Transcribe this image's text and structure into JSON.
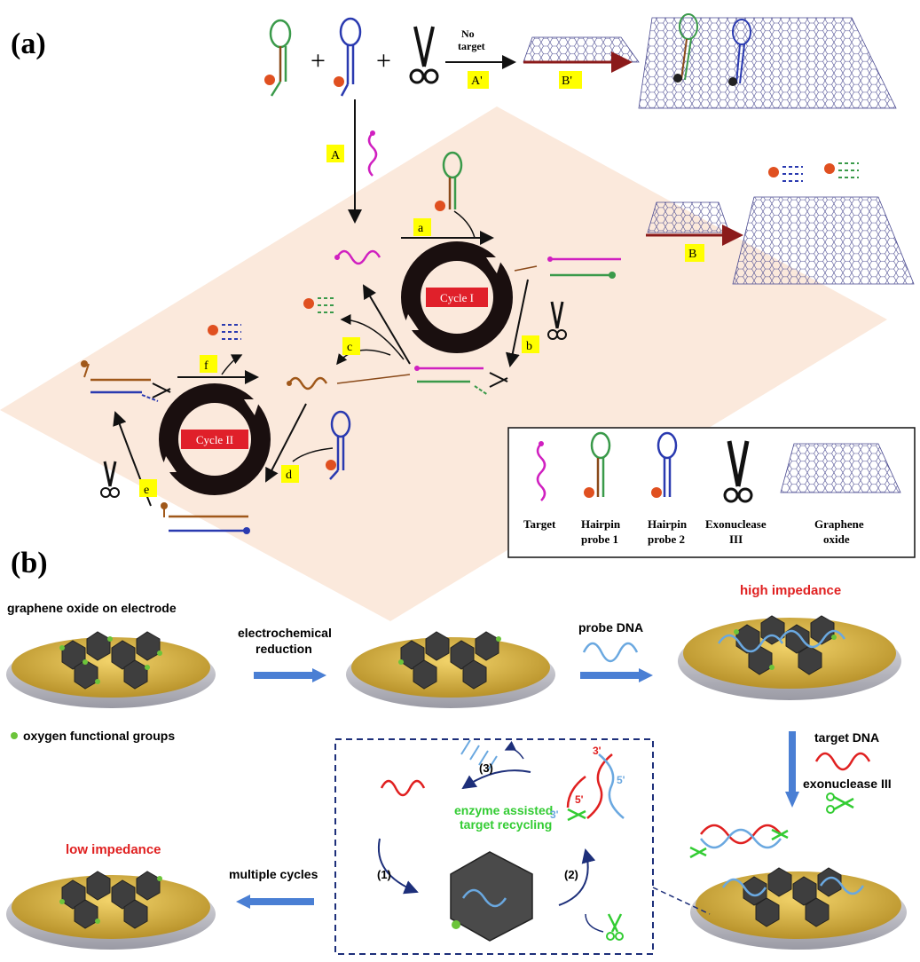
{
  "panel_a": {
    "label": "(a)",
    "plus": "+",
    "no_target_1": "No",
    "no_target_2": "target",
    "step_A_prime": "A'",
    "step_B_prime": "B'",
    "step_A": "A",
    "step_a": "a",
    "step_b": "b",
    "step_c": "c",
    "step_d": "d",
    "step_e": "e",
    "step_f": "f",
    "step_B": "B",
    "cycle_1": "Cycle I",
    "cycle_2": "Cycle II",
    "legend": {
      "target": "Target",
      "hairpin1_l1": "Hairpin",
      "hairpin1_l2": "probe 1",
      "hairpin2_l1": "Hairpin",
      "hairpin2_l2": "probe 2",
      "exo_l1": "Exonuclease",
      "exo_l2": "III",
      "go_l1": "Graphene",
      "go_l2": "oxide"
    }
  },
  "panel_b": {
    "label": "(b)",
    "go_on_electrode": "graphene oxide on electrode",
    "electrochemical_1": "electrochemical",
    "electrochemical_2": "reduction",
    "probe_dna": "probe DNA",
    "high_impedance": "high impedance",
    "oxygen_groups": "oxygen functional groups",
    "target_dna": "target DNA",
    "exonuclease": "exonuclease III",
    "low_impedance": "low impedance",
    "multiple_cycles": "multiple cycles",
    "enzyme_1": "enzyme assisted",
    "enzyme_2": "target recycling",
    "step_1": "(1)",
    "step_2": "(2)",
    "step_3": "(3)",
    "three_prime": "3'",
    "five_prime": "5'",
    "five_prime_2": "5'",
    "three_prime_2": "3'"
  },
  "colors": {
    "cycle_bg": "#fbe9dc",
    "label_box": "#ffff00",
    "arrow_red": "#8b1a1a",
    "arrow_blue": "#4a7fd4",
    "high_red": "#e02020",
    "enzyme_green": "#33cc33",
    "electrode_gold": "#d9b23a"
  }
}
